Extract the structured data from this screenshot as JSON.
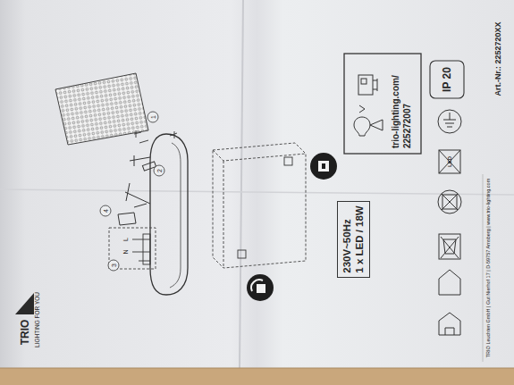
{
  "diagram": {
    "nodes": [
      {
        "text": [
          "230V~50Hz",
          "1 x LED / 18W"
        ]
      },
      {
        "text": [
          "trio-lighting.com/ 225272007"
        ]
      },
      {
        "text": [
          "IP 20"
        ]
      }
    ],
    "labels": [
      "Art.-Nr.: 2252720XX",
      "1",
      "2",
      "3",
      "4",
      "L",
      "N",
      "TRIO",
      "LIGHTING FOR YOU",
      "TRIO Leuchten GmbH | Gut Nierhof 17 | D-59757 Arnsberg | www.trio-lighting.com",
      "LED"
    ]
  }
}
